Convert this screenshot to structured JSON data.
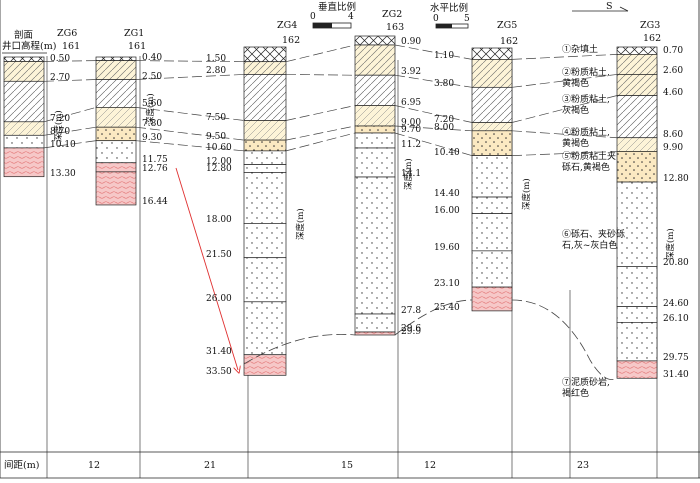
{
  "header": {
    "profile": "剖面",
    "elevation_label": "井口高程(m)",
    "spacing_label": "间距(m)",
    "depth_axis": "深度(m)"
  },
  "scales": {
    "vertical": {
      "title": "垂直比例",
      "ticks": [
        "0",
        "4"
      ]
    },
    "horizontal": {
      "title": "水平比例",
      "ticks": [
        "0",
        "5"
      ]
    },
    "north_arrow": "S"
  },
  "boreholes": [
    {
      "id": "ZG6",
      "elevation": "161",
      "layers": [
        {
          "type": "fill",
          "bottom": "0.50"
        },
        {
          "type": "silt_yb",
          "bottom": "2.70"
        },
        {
          "type": "silt_gb",
          "bottom": "7.20"
        },
        {
          "type": "silt_yb2",
          "bottom": "8.70"
        },
        {
          "type": "gravel",
          "bottom": "10.10"
        },
        {
          "type": "mud",
          "bottom": "13.30"
        }
      ]
    },
    {
      "id": "ZG1",
      "elevation": "161",
      "layers": [
        {
          "type": "fill",
          "bottom": "0.40"
        },
        {
          "type": "silt_yb",
          "bottom": "2.50"
        },
        {
          "type": "silt_gb",
          "bottom": "5.60"
        },
        {
          "type": "silt_yb2",
          "bottom": "7.80"
        },
        {
          "type": "gravelsilt",
          "bottom": "9.30"
        },
        {
          "type": "gravel",
          "bottom": "11.75"
        },
        {
          "type": "mud",
          "bottom": "12.76"
        },
        {
          "type": "mud",
          "bottom": "16.44"
        }
      ]
    },
    {
      "id": "ZG4",
      "elevation": "162",
      "layers": [
        {
          "type": "fill",
          "bottom": "1.50"
        },
        {
          "type": "silt_yb",
          "bottom": "2.80"
        },
        {
          "type": "silt_gb",
          "bottom": "7.50"
        },
        {
          "type": "silt_yb2",
          "bottom": "9.50"
        },
        {
          "type": "gravelsilt",
          "bottom": "10.60"
        },
        {
          "type": "gravel",
          "bottom": "12.00"
        },
        {
          "type": "gravel",
          "bottom": "12.80"
        },
        {
          "type": "gravel",
          "bottom": "18.00"
        },
        {
          "type": "gravel",
          "bottom": "21.50"
        },
        {
          "type": "gravel",
          "bottom": "26.00"
        },
        {
          "type": "gravel",
          "bottom": "31.40"
        },
        {
          "type": "mud",
          "bottom": "33.50"
        }
      ]
    },
    {
      "id": "ZG2",
      "elevation": "163",
      "layers": [
        {
          "type": "fill",
          "bottom": "0.90"
        },
        {
          "type": "silt_yb",
          "bottom": "3.92"
        },
        {
          "type": "silt_gb",
          "bottom": "6.95"
        },
        {
          "type": "silt_yb2",
          "bottom": "9.00"
        },
        {
          "type": "gravelsilt",
          "bottom": "9.70"
        },
        {
          "type": "gravel",
          "bottom": "11.2"
        },
        {
          "type": "gravel",
          "bottom": "14.1"
        },
        {
          "type": "gravel",
          "bottom": "27.8"
        },
        {
          "type": "gravel",
          "bottom": "29.6"
        },
        {
          "type": "mud",
          "bottom": "29.9"
        }
      ]
    },
    {
      "id": "ZG5",
      "elevation": "162",
      "layers": [
        {
          "type": "fill",
          "bottom": "1.10"
        },
        {
          "type": "silt_yb",
          "bottom": "3.80"
        },
        {
          "type": "silt_gb",
          "bottom": "7.20"
        },
        {
          "type": "silt_yb2",
          "bottom": "8.00"
        },
        {
          "type": "gravelsilt",
          "bottom": "10.40"
        },
        {
          "type": "gravel",
          "bottom": "14.40"
        },
        {
          "type": "gravel",
          "bottom": "16.00"
        },
        {
          "type": "gravel",
          "bottom": "19.60"
        },
        {
          "type": "gravel",
          "bottom": "23.10"
        },
        {
          "type": "mud",
          "bottom": "25.40"
        }
      ]
    },
    {
      "id": "ZG3",
      "elevation": "162",
      "layers": [
        {
          "type": "fill",
          "bottom": "0.70"
        },
        {
          "type": "silt_yb",
          "bottom": "2.60"
        },
        {
          "type": "silt_yb",
          "bottom": "4.60"
        },
        {
          "type": "silt_gb",
          "bottom": "8.60"
        },
        {
          "type": "silt_yb2",
          "bottom": "9.90"
        },
        {
          "type": "gravelsilt",
          "bottom": "12.80"
        },
        {
          "type": "gravel",
          "bottom": "20.80"
        },
        {
          "type": "gravel",
          "bottom": "24.60"
        },
        {
          "type": "gravel",
          "bottom": "26.10"
        },
        {
          "type": "gravel",
          "bottom": "29.75"
        },
        {
          "type": "mud",
          "bottom": "31.40"
        }
      ]
    }
  ],
  "legend": [
    {
      "type": "fill",
      "text": "①杂填土"
    },
    {
      "type": "silt_yb",
      "text": "②粉质粘土,\n黄褐色"
    },
    {
      "type": "silt_gb",
      "text": "③粉质粘土,\n灰褐色"
    },
    {
      "type": "silt_yb2",
      "text": "④粉质粘土,\n黄褐色"
    },
    {
      "type": "gravelsilt",
      "text": "⑤粉质粘土夹\n砾石,黄褐色"
    },
    {
      "type": "gravel",
      "text": "⑥砾石、夹砂砾\n石,灰~灰白色"
    },
    {
      "type": "mud",
      "text": "⑦泥质砂岩,\n褐红色"
    }
  ],
  "spacings": [
    "12",
    "21",
    "15",
    "12",
    "23"
  ],
  "colors": {
    "silt_fill": "#fdf4d8",
    "mud_fill": "#f6c8c8",
    "mud_line": "#e06b6b",
    "arrow": "#e03030",
    "line": "#222222"
  }
}
